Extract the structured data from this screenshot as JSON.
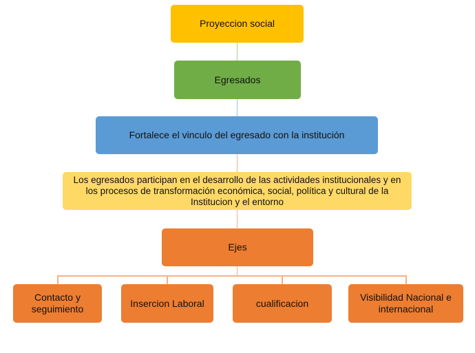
{
  "nodes": {
    "root": "Proyeccion  social",
    "level2": "Egresados",
    "level3": "Fortalece el vinculo  del egresado  con la institución",
    "level4": "Los egresados  participan  en el desarrollo de las actividades  institucionales y en los procesos  de transformación  económica,  social,  política y cultural de la Institucion  y el  entorno",
    "ejes": "Ejes",
    "children": [
      "Contacto y seguimiento",
      "Insercion  Laboral",
      "cualificacion",
      "Visibilidad  Nacional e internacional"
    ]
  },
  "colors": {
    "root": "#FFC000",
    "level2": "#70AD47",
    "level3": "#5B9BD5",
    "level4": "#FFD966",
    "ejes": "#ED7D31",
    "connector_orange": "#F4B183"
  }
}
